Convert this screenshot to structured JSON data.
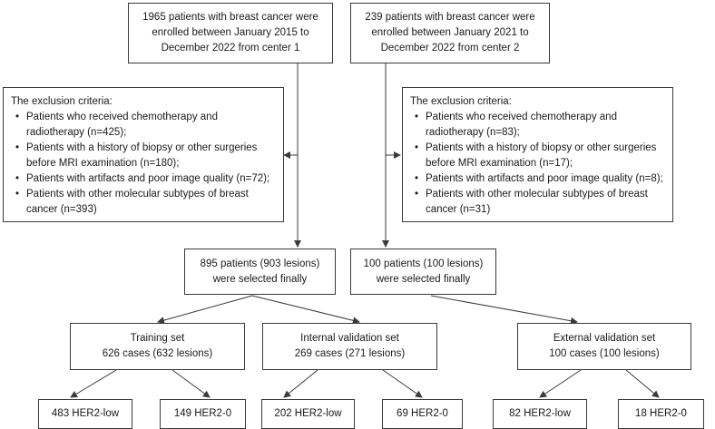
{
  "enrollment": {
    "center1": [
      "1965 patients with breast cancer were",
      "enrolled between January 2015 to",
      "December 2022 from center 1"
    ],
    "center2": [
      "239 patients with breast cancer were",
      "enrolled between January 2021 to",
      "December 2022 from center 2"
    ]
  },
  "exclusion": {
    "center1": {
      "title": "The exclusion criteria:",
      "items": [
        [
          "Patients who received chemotherapy and",
          "radiotherapy (n=425);"
        ],
        [
          "Patients with a history of biopsy or other surgeries",
          "before MRI examination (n=180);"
        ],
        [
          "Patients with artifacts and poor image quality (n=72);"
        ],
        [
          "Patients with other molecular subtypes of breast",
          "cancer (n=393)"
        ]
      ]
    },
    "center2": {
      "title": "The exclusion criteria:",
      "items": [
        [
          "Patients who received chemotherapy and",
          "radiotherapy (n=83);"
        ],
        [
          "Patients with a history of biopsy or other surgeries",
          "before MRI examination (n=17);"
        ],
        [
          "Patients with artifacts and poor image quality (n=8);"
        ],
        [
          "Patients with other molecular subtypes of breast",
          "cancer (n=31)"
        ]
      ]
    }
  },
  "selected": {
    "center1": [
      "895 patients (903 lesions)",
      "were selected finally"
    ],
    "center2": [
      "100 patients (100 lesions)",
      "were selected finally"
    ]
  },
  "sets": {
    "training": [
      "Training set",
      "626 cases (632 lesions)"
    ],
    "internal": [
      "Internal validation set",
      "269 cases (271 lesions)"
    ],
    "external": [
      "External validation set",
      "100 cases (100 lesions)"
    ]
  },
  "outcomes": {
    "training_low": "483 HER2-low",
    "training_zero": "149 HER2-0",
    "internal_low": "202 HER2-low",
    "internal_zero": "69 HER2-0",
    "external_low": "82 HER2-low",
    "external_zero": "18 HER2-0"
  },
  "colors": {
    "line": "#3a3a3a",
    "text": "#1a1a1a"
  }
}
